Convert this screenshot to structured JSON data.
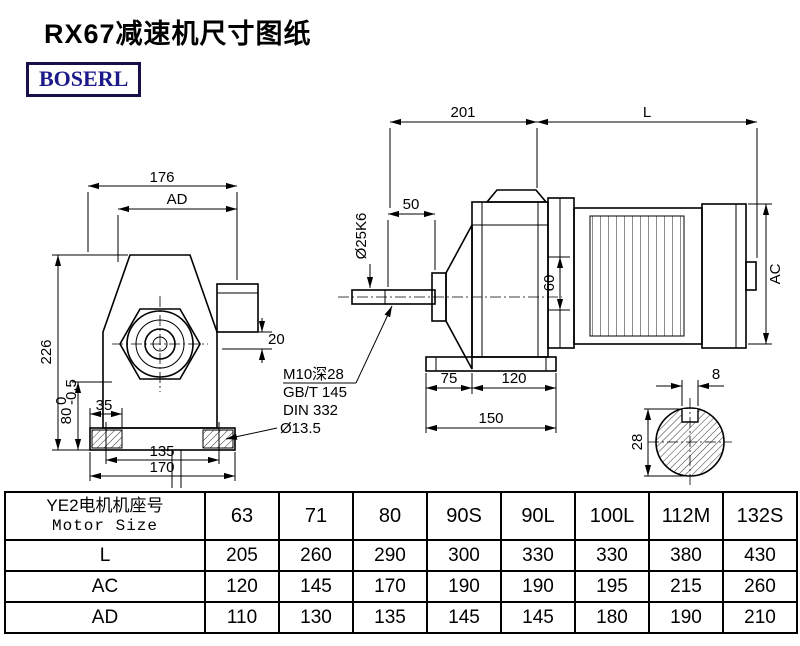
{
  "page": {
    "title": "RX67减速机尺寸图纸",
    "logo_text": "BOSERL",
    "logo_color": "#1c1a8a",
    "line_color": "#000000",
    "background": "#ffffff"
  },
  "front_view": {
    "dim_176": "176",
    "dim_ad": "AD",
    "dim_226": "226",
    "dim_80": "80",
    "dim_80_tol_upper": "0",
    "dim_80_tol_lower": "-0.5",
    "dim_35": "35",
    "dim_135": "135",
    "dim_170": "170",
    "dim_20": "20",
    "dim_hole": "Ø13.5"
  },
  "side_view": {
    "dim_201": "201",
    "dim_L": "L",
    "dim_50": "50",
    "dim_shaft": "Ø25K6",
    "dim_60": "60",
    "dim_AC": "AC",
    "note_thread": "M10深28",
    "note_gb": "GB/T 145",
    "note_din": "DIN 332",
    "dim_75": "75",
    "dim_120": "120",
    "dim_150": "150"
  },
  "shaft_end_view": {
    "dim_key_width": "8",
    "dim_28": "28"
  },
  "table": {
    "header": {
      "line1": "YE2电机机座号",
      "line2": "Motor Size"
    },
    "sizes": [
      "63",
      "71",
      "80",
      "90S",
      "90L",
      "100L",
      "112M",
      "132S"
    ],
    "rows": [
      {
        "label": "L",
        "values": [
          "205",
          "260",
          "290",
          "300",
          "330",
          "330",
          "380",
          "430"
        ]
      },
      {
        "label": "AC",
        "values": [
          "120",
          "145",
          "170",
          "190",
          "190",
          "195",
          "215",
          "260"
        ]
      },
      {
        "label": "AD",
        "values": [
          "110",
          "130",
          "135",
          "145",
          "145",
          "180",
          "190",
          "210"
        ]
      }
    ]
  }
}
